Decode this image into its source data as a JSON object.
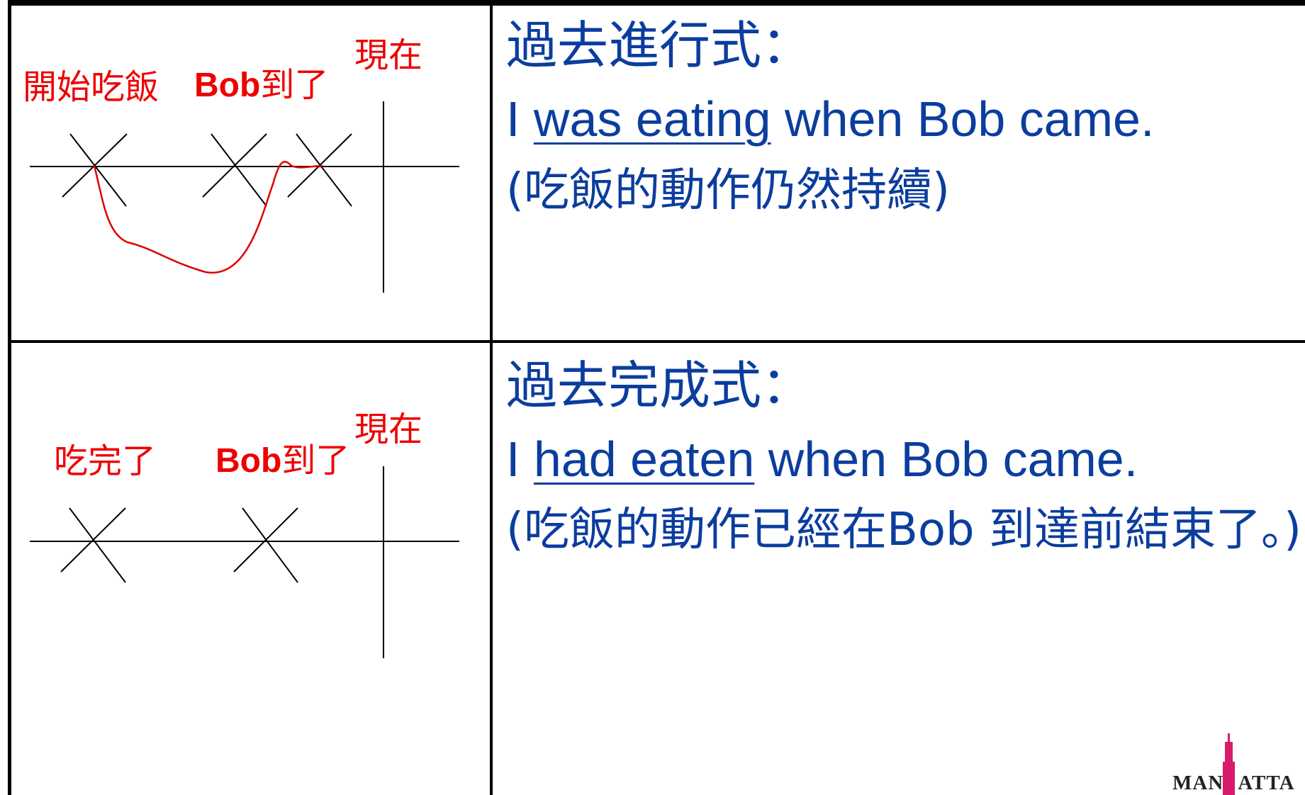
{
  "row1": {
    "diagram": {
      "label_start": "開始吃飯",
      "label_bob_latin": "Bob",
      "label_bob_cjk": "到了",
      "label_now": "現在"
    },
    "heading": "過去進行式：",
    "sentence": {
      "pre": "I ",
      "underlined": "was eating",
      "post": " when Bob came."
    },
    "note": "(吃飯的動作仍然持續)"
  },
  "row2": {
    "diagram": {
      "label_start": "吃完了",
      "label_bob_latin": "Bob",
      "label_bob_cjk": "到了",
      "label_now": "現在"
    },
    "heading": "過去完成式：",
    "sentence": {
      "pre": "I ",
      "underlined": "had eaten",
      "post": " when Bob came."
    },
    "note": "(吃飯的動作已經在Bob 到達前結束了。)"
  },
  "logo": {
    "text": "MAN",
    "text2": "ATTA"
  },
  "colors": {
    "text_blue": "#0b3d9e",
    "label_red": "#ee0000",
    "line_black": "#000000",
    "curve_red": "#e00000",
    "logo_pink": "#d81b6a"
  }
}
